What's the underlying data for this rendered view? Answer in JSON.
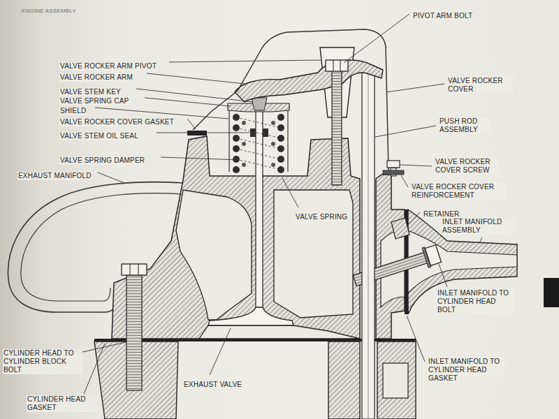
{
  "diagram": {
    "labels": [
      "ENGINE ASSEMBLY",
      "VALVE ROCKER ARM PIVOT",
      "VALVE ROCKER ARM",
      "VALVE STEM KEY",
      "VALVE SPRING CAP",
      "SHIELD",
      "VALVE ROCKER COVER GASKET",
      "VALVE STEM OIL SEAL",
      "VALVE SPRING DAMPER",
      "EXHAUST MANIFOLD",
      "VALVE SPRING",
      "PIVOT ARM BOLT",
      "VALVE ROCKER COVER",
      "PUSH ROD ASSEMBLY",
      "VALVE ROCKER COVER SCREW",
      "VALVE ROCKER COVER REINFORCEMENT",
      "RETAINER",
      "INLET MANIFOLD ASSEMBLY",
      "INLET MANIFOLD TO CYLINDER HEAD BOLT",
      "INLET MANIFOLD TO CYLINDER HEAD GASKET",
      "EXHAUST VALVE",
      "CYLINDER HEAD TO CYLINDER BLOCK BOLT",
      "CYLINDER HEAD GASKET"
    ]
  }
}
